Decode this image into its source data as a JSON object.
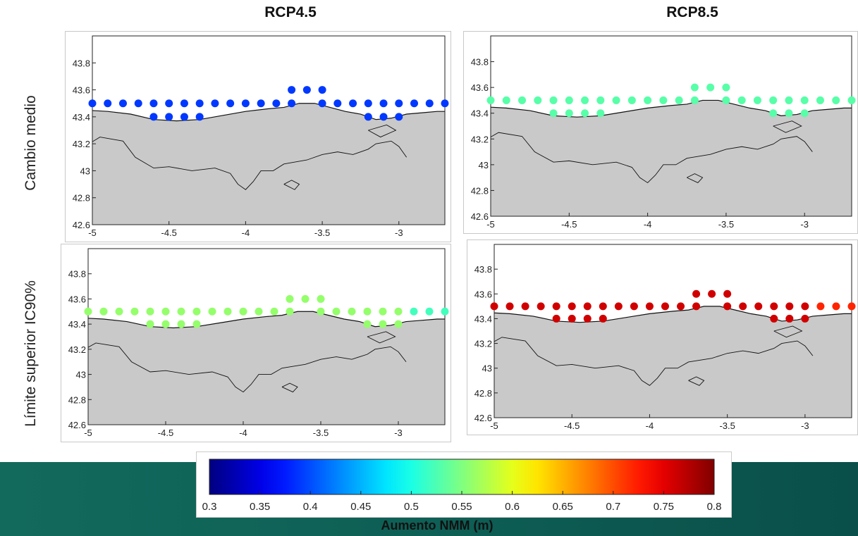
{
  "titles": {
    "left": "RCP4.5",
    "right": "RCP8.5"
  },
  "row_labels": {
    "top": "Cambio medio",
    "bottom": "Límite superior IC90%"
  },
  "colorbar": {
    "label": "Aumento NMM (m)",
    "range": [
      0.3,
      0.8
    ],
    "ticks": [
      0.3,
      0.35,
      0.4,
      0.45,
      0.5,
      0.55,
      0.6,
      0.65,
      0.7,
      0.75,
      0.8
    ],
    "colormap": "jet"
  },
  "colors": {
    "land": "#c9c9c9",
    "band": "#0e5f55"
  },
  "chart_data": [
    {
      "type": "scatter",
      "scenario": "RCP4.5",
      "row": "Cambio medio",
      "xlim": [
        -5,
        -2.7
      ],
      "ylim": [
        42.6,
        44.0
      ],
      "xticks": [
        -5,
        -4.5,
        -4,
        -3.5,
        -3
      ],
      "yticks": [
        42.6,
        42.8,
        43,
        43.2,
        43.4,
        43.6,
        43.8
      ],
      "points": [
        [
          -5.0,
          43.5,
          0.39
        ],
        [
          -4.9,
          43.5,
          0.39
        ],
        [
          -4.8,
          43.5,
          0.39
        ],
        [
          -4.7,
          43.5,
          0.39
        ],
        [
          -4.6,
          43.5,
          0.39
        ],
        [
          -4.5,
          43.5,
          0.39
        ],
        [
          -4.4,
          43.5,
          0.39
        ],
        [
          -4.3,
          43.5,
          0.39
        ],
        [
          -4.2,
          43.5,
          0.39
        ],
        [
          -4.1,
          43.5,
          0.39
        ],
        [
          -4.0,
          43.5,
          0.39
        ],
        [
          -3.9,
          43.5,
          0.39
        ],
        [
          -3.8,
          43.5,
          0.39
        ],
        [
          -3.7,
          43.5,
          0.39
        ],
        [
          -3.5,
          43.5,
          0.39
        ],
        [
          -3.4,
          43.5,
          0.39
        ],
        [
          -3.3,
          43.5,
          0.39
        ],
        [
          -3.2,
          43.5,
          0.39
        ],
        [
          -3.1,
          43.5,
          0.39
        ],
        [
          -3.0,
          43.5,
          0.39
        ],
        [
          -2.9,
          43.5,
          0.39
        ],
        [
          -2.8,
          43.5,
          0.39
        ],
        [
          -2.7,
          43.5,
          0.39
        ],
        [
          -4.6,
          43.4,
          0.39
        ],
        [
          -4.5,
          43.4,
          0.39
        ],
        [
          -4.4,
          43.4,
          0.39
        ],
        [
          -4.3,
          43.4,
          0.39
        ],
        [
          -3.2,
          43.4,
          0.39
        ],
        [
          -3.1,
          43.4,
          0.39
        ],
        [
          -3.0,
          43.4,
          0.39
        ],
        [
          -3.7,
          43.6,
          0.39
        ],
        [
          -3.6,
          43.6,
          0.39
        ],
        [
          -3.5,
          43.6,
          0.39
        ]
      ]
    },
    {
      "type": "scatter",
      "scenario": "RCP8.5",
      "row": "Cambio medio",
      "xlim": [
        -5,
        -2.7
      ],
      "ylim": [
        42.6,
        44.0
      ],
      "xticks": [
        -5,
        -4.5,
        -4,
        -3.5,
        -3
      ],
      "yticks": [
        42.6,
        42.8,
        43,
        43.2,
        43.4,
        43.6,
        43.8
      ],
      "points": [
        [
          -5.0,
          43.5,
          0.53
        ],
        [
          -4.9,
          43.5,
          0.53
        ],
        [
          -4.8,
          43.5,
          0.53
        ],
        [
          -4.7,
          43.5,
          0.53
        ],
        [
          -4.6,
          43.5,
          0.53
        ],
        [
          -4.5,
          43.5,
          0.53
        ],
        [
          -4.4,
          43.5,
          0.53
        ],
        [
          -4.3,
          43.5,
          0.53
        ],
        [
          -4.2,
          43.5,
          0.53
        ],
        [
          -4.1,
          43.5,
          0.53
        ],
        [
          -4.0,
          43.5,
          0.53
        ],
        [
          -3.9,
          43.5,
          0.53
        ],
        [
          -3.8,
          43.5,
          0.53
        ],
        [
          -3.7,
          43.5,
          0.53
        ],
        [
          -3.5,
          43.5,
          0.53
        ],
        [
          -3.4,
          43.5,
          0.53
        ],
        [
          -3.3,
          43.5,
          0.53
        ],
        [
          -3.2,
          43.5,
          0.53
        ],
        [
          -3.1,
          43.5,
          0.53
        ],
        [
          -3.0,
          43.5,
          0.53
        ],
        [
          -2.9,
          43.5,
          0.53
        ],
        [
          -2.8,
          43.5,
          0.53
        ],
        [
          -2.7,
          43.5,
          0.53
        ],
        [
          -4.6,
          43.4,
          0.53
        ],
        [
          -4.5,
          43.4,
          0.53
        ],
        [
          -4.4,
          43.4,
          0.53
        ],
        [
          -4.3,
          43.4,
          0.53
        ],
        [
          -3.2,
          43.4,
          0.53
        ],
        [
          -3.1,
          43.4,
          0.53
        ],
        [
          -3.0,
          43.4,
          0.53
        ],
        [
          -3.7,
          43.6,
          0.53
        ],
        [
          -3.6,
          43.6,
          0.53
        ],
        [
          -3.5,
          43.6,
          0.53
        ]
      ]
    },
    {
      "type": "scatter",
      "scenario": "RCP4.5",
      "row": "Límite superior IC90%",
      "xlim": [
        -5,
        -2.7
      ],
      "ylim": [
        42.6,
        44.0
      ],
      "xticks": [
        -5,
        -4.5,
        -4,
        -3.5,
        -3
      ],
      "yticks": [
        42.6,
        42.8,
        43,
        43.2,
        43.4,
        43.6,
        43.8
      ],
      "points": [
        [
          -5.0,
          43.5,
          0.56
        ],
        [
          -4.9,
          43.5,
          0.56
        ],
        [
          -4.8,
          43.5,
          0.56
        ],
        [
          -4.7,
          43.5,
          0.56
        ],
        [
          -4.6,
          43.5,
          0.56
        ],
        [
          -4.5,
          43.5,
          0.56
        ],
        [
          -4.4,
          43.5,
          0.56
        ],
        [
          -4.3,
          43.5,
          0.56
        ],
        [
          -4.2,
          43.5,
          0.56
        ],
        [
          -4.1,
          43.5,
          0.56
        ],
        [
          -4.0,
          43.5,
          0.56
        ],
        [
          -3.9,
          43.5,
          0.56
        ],
        [
          -3.8,
          43.5,
          0.56
        ],
        [
          -3.7,
          43.5,
          0.56
        ],
        [
          -3.5,
          43.5,
          0.56
        ],
        [
          -3.4,
          43.5,
          0.56
        ],
        [
          -3.3,
          43.5,
          0.56
        ],
        [
          -3.2,
          43.5,
          0.56
        ],
        [
          -3.1,
          43.5,
          0.56
        ],
        [
          -3.0,
          43.5,
          0.56
        ],
        [
          -2.9,
          43.5,
          0.52
        ],
        [
          -2.8,
          43.5,
          0.52
        ],
        [
          -2.7,
          43.5,
          0.52
        ],
        [
          -4.6,
          43.4,
          0.56
        ],
        [
          -4.5,
          43.4,
          0.56
        ],
        [
          -4.4,
          43.4,
          0.56
        ],
        [
          -4.3,
          43.4,
          0.56
        ],
        [
          -3.2,
          43.4,
          0.56
        ],
        [
          -3.1,
          43.4,
          0.56
        ],
        [
          -3.0,
          43.4,
          0.56
        ],
        [
          -3.7,
          43.6,
          0.56
        ],
        [
          -3.6,
          43.6,
          0.56
        ],
        [
          -3.5,
          43.6,
          0.56
        ]
      ]
    },
    {
      "type": "scatter",
      "scenario": "RCP8.5",
      "row": "Límite superior IC90%",
      "xlim": [
        -5,
        -2.7
      ],
      "ylim": [
        42.6,
        44.0
      ],
      "xticks": [
        -5,
        -4.5,
        -4,
        -3.5,
        -3
      ],
      "yticks": [
        42.6,
        42.8,
        43,
        43.2,
        43.4,
        43.6,
        43.8
      ],
      "points": [
        [
          -5.0,
          43.5,
          0.76
        ],
        [
          -4.9,
          43.5,
          0.76
        ],
        [
          -4.8,
          43.5,
          0.76
        ],
        [
          -4.7,
          43.5,
          0.76
        ],
        [
          -4.6,
          43.5,
          0.76
        ],
        [
          -4.5,
          43.5,
          0.76
        ],
        [
          -4.4,
          43.5,
          0.76
        ],
        [
          -4.3,
          43.5,
          0.76
        ],
        [
          -4.2,
          43.5,
          0.76
        ],
        [
          -4.1,
          43.5,
          0.76
        ],
        [
          -4.0,
          43.5,
          0.76
        ],
        [
          -3.9,
          43.5,
          0.76
        ],
        [
          -3.8,
          43.5,
          0.76
        ],
        [
          -3.7,
          43.5,
          0.76
        ],
        [
          -3.5,
          43.5,
          0.76
        ],
        [
          -3.4,
          43.5,
          0.76
        ],
        [
          -3.3,
          43.5,
          0.76
        ],
        [
          -3.2,
          43.5,
          0.76
        ],
        [
          -3.1,
          43.5,
          0.76
        ],
        [
          -3.0,
          43.5,
          0.76
        ],
        [
          -2.9,
          43.5,
          0.72
        ],
        [
          -2.8,
          43.5,
          0.72
        ],
        [
          -2.7,
          43.5,
          0.72
        ],
        [
          -4.6,
          43.4,
          0.76
        ],
        [
          -4.5,
          43.4,
          0.76
        ],
        [
          -4.4,
          43.4,
          0.76
        ],
        [
          -4.3,
          43.4,
          0.76
        ],
        [
          -3.2,
          43.4,
          0.76
        ],
        [
          -3.1,
          43.4,
          0.76
        ],
        [
          -3.0,
          43.4,
          0.76
        ],
        [
          -3.7,
          43.6,
          0.76
        ],
        [
          -3.6,
          43.6,
          0.76
        ],
        [
          -3.5,
          43.6,
          0.76
        ]
      ]
    }
  ]
}
